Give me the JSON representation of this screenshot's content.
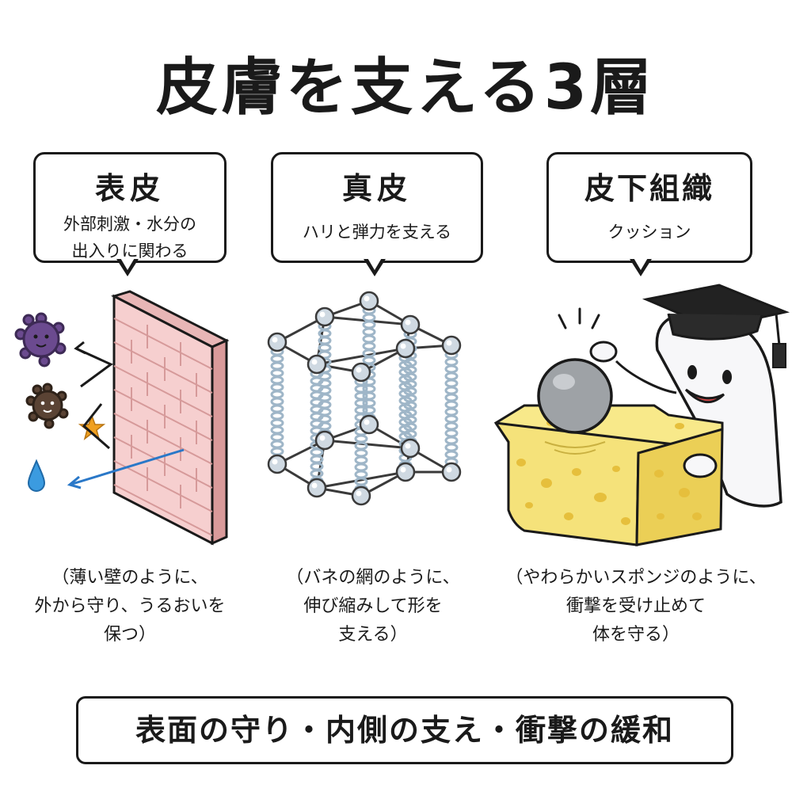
{
  "title": "皮膚を支える3層",
  "layers": [
    {
      "heading": "表皮",
      "desc_lines": [
        "外部刺激・水分の",
        "出入りに関わる"
      ],
      "caption_lines": [
        "（薄い壁のように、",
        "外から守り、うるおいを",
        "保つ）"
      ]
    },
    {
      "heading": "真皮",
      "desc_lines": [
        "ハリと弾力を支える"
      ],
      "caption_lines": [
        "（バネの網のように、",
        "伸び縮みして形を",
        "支える）"
      ]
    },
    {
      "heading": "皮下組織",
      "desc_lines": [
        "クッション"
      ],
      "caption_lines": [
        "（やわらかいスポンジのように、",
        "衝撃を受け止めて",
        "体を守る）"
      ]
    }
  ],
  "summary": "表面の守り・内側の支え・衝撃の緩和",
  "colors": {
    "brick": "#f6cfcf",
    "brick_line": "#d69a9a",
    "node": "#cfd9e2",
    "spring": "#9fb6c8",
    "sponge": "#f5e27a",
    "sponge_hole": "#e6bf3c",
    "ball": "#9ea2a6",
    "germ_purple": "#6b4a8f",
    "germ_brown": "#5a4334",
    "star": "#f0a020",
    "water": "#3b9be0"
  },
  "icons": [
    "germ-purple-icon",
    "germ-brown-icon",
    "star-icon",
    "water-drop-icon",
    "graduation-cap-icon"
  ]
}
